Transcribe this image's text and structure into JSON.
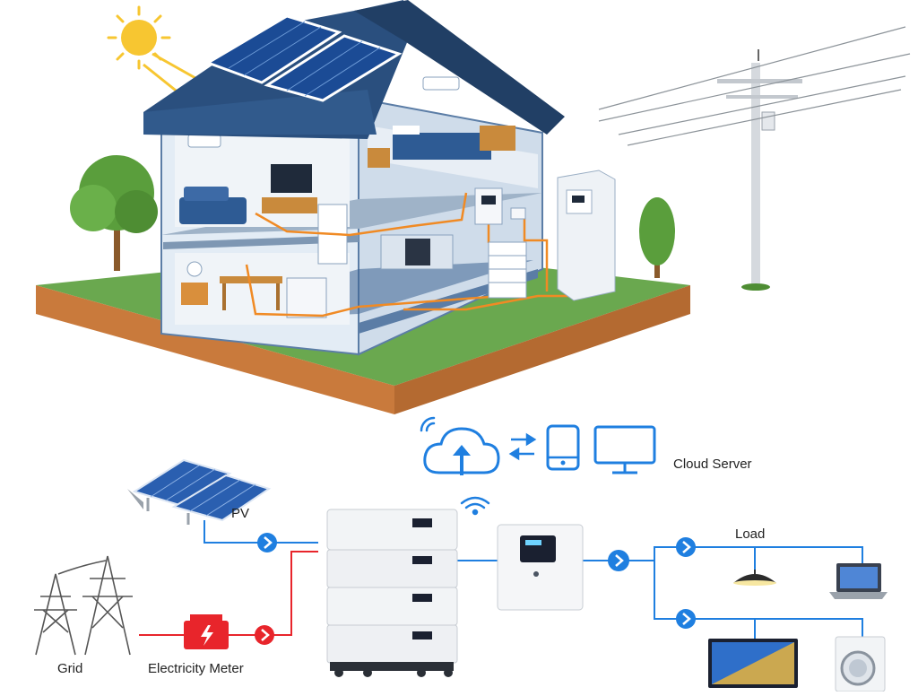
{
  "labels": {
    "cloud": "Cloud Server",
    "pv": "PV",
    "load": "Load",
    "grid": "Grid",
    "meter": "Electricity Meter"
  },
  "colors": {
    "accent_blue": "#1f7fe0",
    "grid_red": "#e8252b",
    "house_orange": "#f08a24",
    "roof_navy": "#2a4f7e",
    "grass": "#6aa84f",
    "soil": "#c97a3c"
  },
  "icons": [
    "sun-icon",
    "wifi-icon",
    "cloud-upload-icon",
    "sync-arrows-icon",
    "phone-icon",
    "monitor-icon",
    "pendant-lamp-icon",
    "laptop-icon",
    "tv-icon",
    "washing-machine-icon",
    "transmission-tower-icon",
    "electricity-meter-icon",
    "utility-pole-icon"
  ]
}
